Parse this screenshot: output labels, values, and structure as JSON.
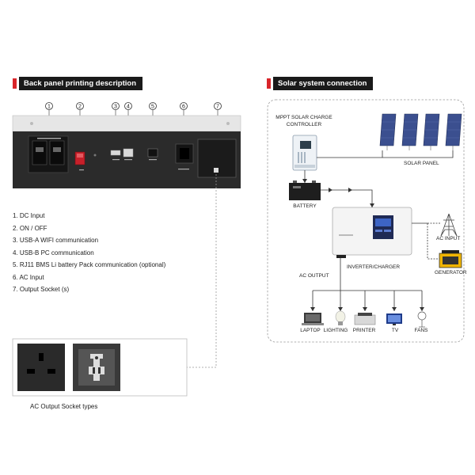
{
  "left_section": {
    "title": "Back panel printing description",
    "callouts": [
      "1",
      "2",
      "3",
      "4",
      "5",
      "6",
      "7"
    ],
    "descriptions": [
      "1.  DC Input",
      "2.  ON / OFF",
      "3.  USB-A WIFI communication",
      "4.  USB-B PC communication",
      "5.  RJ11 BMS Li battery Pack communication (optional)",
      "6.  AC Input",
      "7.  Output Socket (s)"
    ],
    "socket_caption": "AC Output Socket types"
  },
  "right_section": {
    "title": "Solar system connection",
    "labels": {
      "mppt": [
        "MPPT SOLAR CHARGE",
        "CONTROLLER"
      ],
      "solar_panel": "SOLAR PANEL",
      "battery": "BATTERY",
      "ac_input": "AC INPUT",
      "generator": "GENERATOR",
      "inverter": "INVERTER/CHARGER",
      "ac_output": "AC OUTPUT",
      "loads": [
        "LAPTOP",
        "LIGHTING",
        "PRINTER",
        "TV",
        "FANS"
      ]
    }
  },
  "colors": {
    "accent": "#d9252a",
    "header_bg": "#1a1a1a",
    "panel_dark": "#2b2b2b",
    "panel_silver": "#cfcfcf",
    "solar_blue": "#3b4f8f"
  }
}
